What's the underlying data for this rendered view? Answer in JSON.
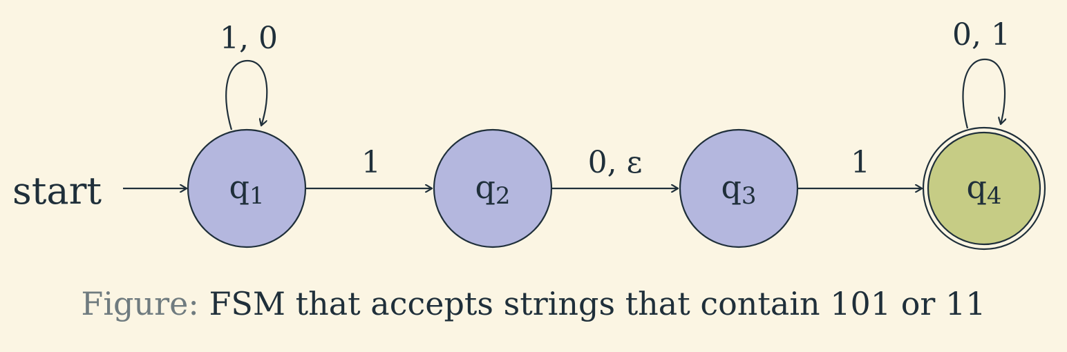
{
  "diagram": {
    "start_label": "start",
    "states": [
      {
        "id": "q1",
        "label": "q",
        "sub": "1",
        "accepting": false
      },
      {
        "id": "q2",
        "label": "q",
        "sub": "2",
        "accepting": false
      },
      {
        "id": "q3",
        "label": "q",
        "sub": "3",
        "accepting": false
      },
      {
        "id": "q4",
        "label": "q",
        "sub": "4",
        "accepting": true
      }
    ],
    "transitions": [
      {
        "from": "q1",
        "to": "q1",
        "label": "1, 0"
      },
      {
        "from": "q1",
        "to": "q2",
        "label": "1"
      },
      {
        "from": "q2",
        "to": "q3",
        "label": "0, ε"
      },
      {
        "from": "q3",
        "to": "q4",
        "label": "1"
      },
      {
        "from": "q4",
        "to": "q4",
        "label": "0, 1"
      }
    ],
    "colors": {
      "background": "#fbf5e3",
      "state_fill": "#b4b7de",
      "accept_fill": "#c6cc85",
      "stroke": "#1f2f3a",
      "caption_prefix": "#6f7b7f"
    }
  },
  "caption": {
    "prefix": "Figure:",
    "text": "FSM that accepts strings that contain 101 or 11"
  }
}
